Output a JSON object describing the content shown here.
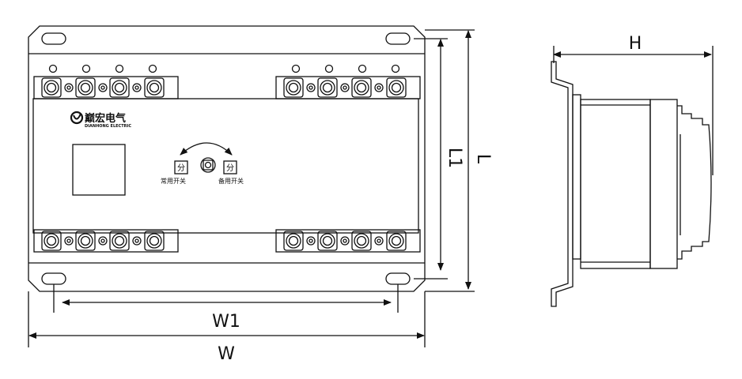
{
  "dimensions": {
    "w": "W",
    "w1": "W1",
    "l": "L",
    "l1": "L1",
    "h": "H"
  },
  "front_panel": {
    "brand_cn": "巅宏电气",
    "brand_en": "DIANHONG ELECTRIC",
    "left_switch_symbol": "分",
    "right_switch_symbol": "分",
    "left_switch_label": "常用开关",
    "right_switch_label": "备用开关"
  },
  "icons": {
    "brand_logo": "circle-logo-icon",
    "rotate_arrow": "rotate-arrow-icon"
  },
  "colors": {
    "line": "#111111",
    "background": "#ffffff"
  }
}
